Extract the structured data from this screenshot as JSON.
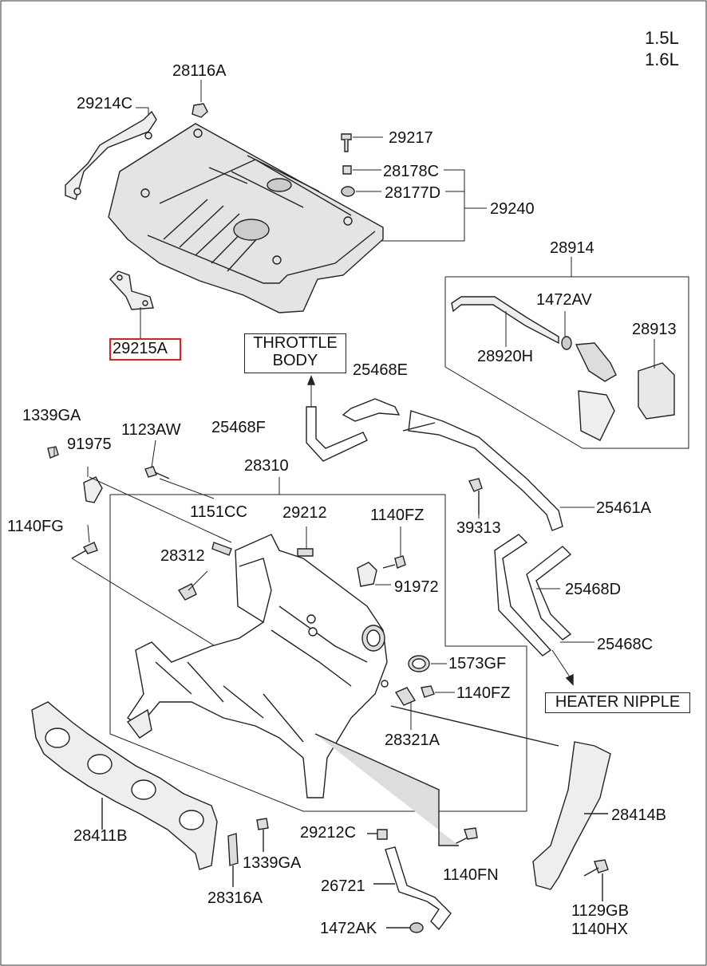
{
  "engine": [
    "1.5L",
    "1.6L"
  ],
  "callouts": {
    "throttle_body": [
      "THROTTLE",
      "BODY"
    ],
    "heater_nipple": "HEATER NIPPLE"
  },
  "parts": {
    "p28116A": "28116A",
    "p29214C": "29214C",
    "p29217": "29217",
    "p28178C": "28178C",
    "p28177D": "28177D",
    "p29240": "29240",
    "p28914": "28914",
    "p1472AV": "1472AV",
    "p28913": "28913",
    "p28920H": "28920H",
    "p29215A": "29215A",
    "p25468E": "25468E",
    "p25468F": "25468F",
    "p1339GA_top": "1339GA",
    "p91975": "91975",
    "p1123AW": "1123AW",
    "p28310": "28310",
    "p1151CC": "1151CC",
    "p29212": "29212",
    "p1140FZ_top": "1140FZ",
    "p39313": "39313",
    "p25461A": "25461A",
    "p1140FG": "1140FG",
    "p28312": "28312",
    "p91972": "91972",
    "p25468D": "25468D",
    "p25468C": "25468C",
    "p1573GF": "1573GF",
    "p1140FZ_bot": "1140FZ",
    "p28321A": "28321A",
    "p28411B": "28411B",
    "p28414B": "28414B",
    "p29212C": "29212C",
    "p1339GA_bot": "1339GA",
    "p1140FN": "1140FN",
    "p26721": "26721",
    "p28316A": "28316A",
    "p1129GB": "1129GB",
    "p1140HX": "1140HX",
    "p1472AK": "1472AK"
  },
  "highlight_color": "#e02020"
}
